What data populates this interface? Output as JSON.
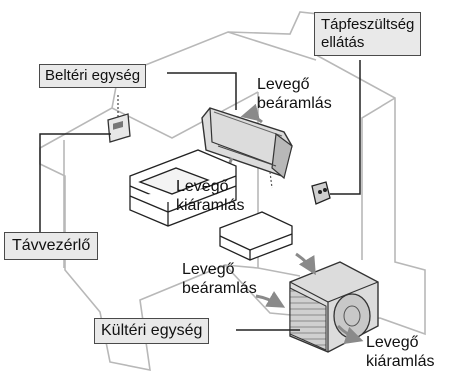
{
  "labels": {
    "indoor_unit": "Beltéri egység",
    "power_supply_line1": "Tápfeszültség",
    "power_supply_line2": "ellátás",
    "remote_controller": "Távvezérlő",
    "outdoor_unit": "Kültéri egység"
  },
  "airflow": {
    "indoor_inlet_1": "Levegő",
    "indoor_inlet_2": "beáramlás",
    "indoor_outlet_1": "Levegő",
    "indoor_outlet_2": "kiáramlás",
    "outdoor_inlet_1": "Levegő",
    "outdoor_inlet_2": "beáramlás",
    "outdoor_outlet_1": "Levegő",
    "outdoor_outlet_2": "kiáramlás"
  },
  "colors": {
    "room_outline": "#b8b8b8",
    "leader_line": "#222222",
    "label_fill": "#e9e9e9",
    "unit_fill": "#dcdcdc",
    "airflow_arrow": "#8a8a8a"
  }
}
